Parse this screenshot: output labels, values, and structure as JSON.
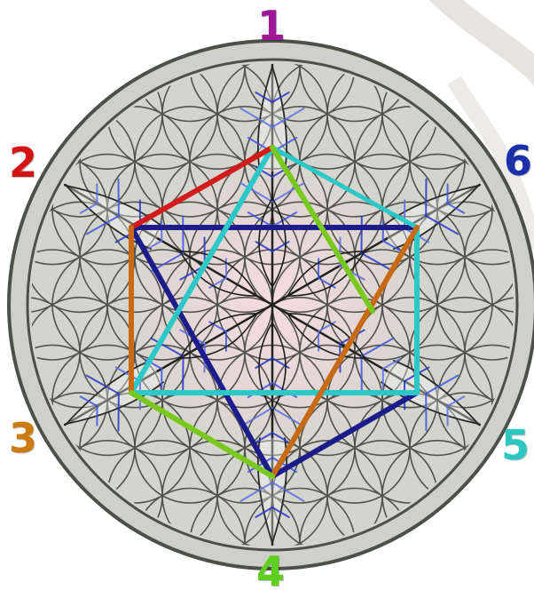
{
  "labels": {
    "one": {
      "text": "1",
      "color": "#a0189a"
    },
    "two": {
      "text": "2",
      "color": "#d21414"
    },
    "three": {
      "text": "3",
      "color": "#cc7a12"
    },
    "four": {
      "text": "4",
      "color": "#5fcf1e"
    },
    "five": {
      "text": "5",
      "color": "#2ac7c0"
    },
    "six": {
      "text": "6",
      "color": "#1a2fa8"
    }
  },
  "colors": {
    "disc_fill": "#cfd1c8",
    "disc_border": "#4b5048",
    "pattern_line": "#3a3d36",
    "center_glow": "#f4d6dc",
    "line_blue": "#1c1c8a",
    "line_cyan": "#2cc8c8",
    "line_red": "#d21c1c",
    "line_orange": "#c86a14",
    "line_green": "#78c81e"
  }
}
